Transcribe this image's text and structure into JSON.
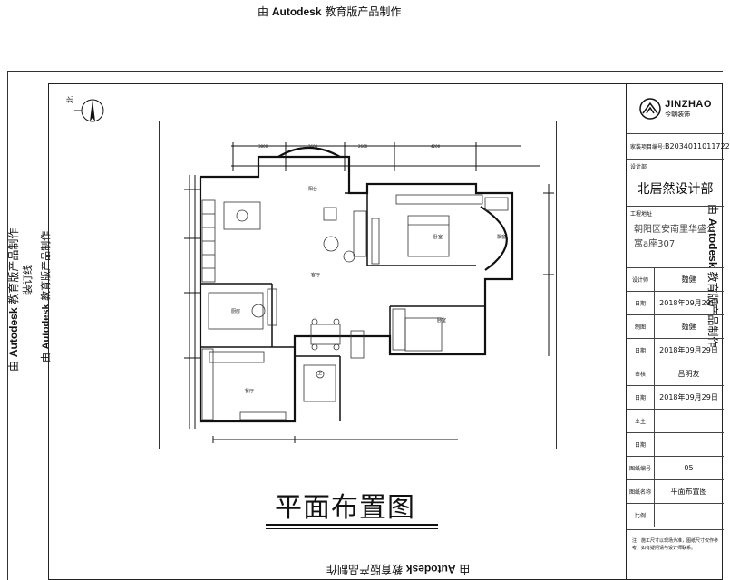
{
  "watermark": {
    "prefix": "由 ",
    "brand": "Autodesk",
    "suffix": " 教育版产品制作"
  },
  "binding_line": "装订线",
  "plan": {
    "title": "平面布置图",
    "north_label": "北",
    "area_labels": [
      "客厅",
      "卧室",
      "卧室",
      "厨房",
      "餐厅",
      "卫",
      "阳台",
      "飘窗"
    ]
  },
  "title_block": {
    "logo_name": "JINZHAO",
    "logo_tagline": "今朝装饰",
    "project_no_label": "家装项目编号:",
    "project_no": "B2034011011722",
    "design_dept_label": "设计部",
    "design_dept": "北居然设计部",
    "address_label": "工程地址",
    "address": "朝阳区安南里华盛公寓a座307",
    "rows": [
      {
        "label": "设计师",
        "value": "魏健"
      },
      {
        "label": "日期",
        "value": "2018年09月29日"
      },
      {
        "label": "制图",
        "value": "魏健"
      },
      {
        "label": "日期",
        "value": "2018年09月29日"
      },
      {
        "label": "审核",
        "value": "吕明友"
      },
      {
        "label": "日期",
        "value": "2018年09月29日"
      },
      {
        "label": "业主",
        "value": ""
      },
      {
        "label": "日期",
        "value": ""
      },
      {
        "label": "图纸编号",
        "value": "05"
      },
      {
        "label": "图纸名称",
        "value": "平面布置图"
      },
      {
        "label": "比例",
        "value": ""
      }
    ],
    "note": "注：施工尺寸以现场为准，图纸尺寸仅作参考，如有疑问请与设计师联系。"
  }
}
